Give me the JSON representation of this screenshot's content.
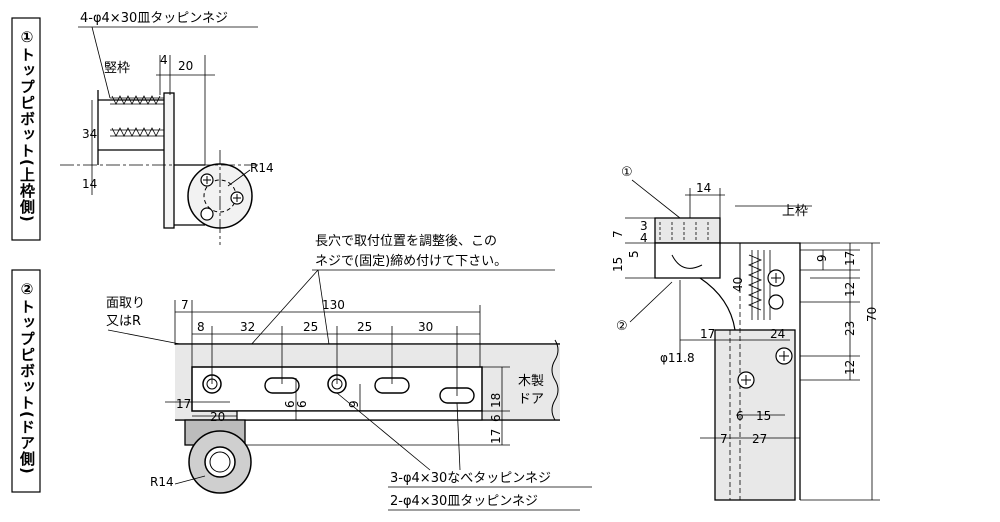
{
  "side_labels": {
    "top": "①トップピボット(上枠側)",
    "bottom": "②トップピボット(ドア側)"
  },
  "upper_view": {
    "screw_note": "4-φ4×30皿タッピンネジ",
    "frame_label": "竪枠",
    "dims": {
      "d4": "4",
      "d20": "20",
      "d34": "34",
      "d14": "14",
      "r14": "R14"
    }
  },
  "middle_view": {
    "note_line1": "長穴で取付位置を調整後、この",
    "note_line2": "ネジで(固定)締め付けて下さい。",
    "chamfer_line1": "面取り",
    "chamfer_line2": "又はR",
    "wood_door_line1": "木製",
    "wood_door_line2": "ドア",
    "dims": {
      "d130": "130",
      "d7": "7",
      "d8": "8",
      "d32": "32",
      "d25a": "25",
      "d25b": "25",
      "d30": "30",
      "d17": "17",
      "d20": "20",
      "d6a": "6",
      "d6b": "6",
      "d9": "9",
      "d6c": "6",
      "d18": "18",
      "d17b": "17",
      "r14": "R14"
    },
    "screw_note1": "3-φ4×30なべタッピンネジ",
    "screw_note2": "2-φ4×30皿タッピンネジ"
  },
  "right_view": {
    "callout1": "①",
    "callout2": "②",
    "frame_label": "上枠",
    "dims": {
      "d14": "14",
      "d7": "7",
      "d3": "3",
      "d4": "4",
      "d15": "15",
      "d5": "5",
      "d9": "9",
      "d17": "17",
      "d40": "40",
      "d12a": "12",
      "d23": "23",
      "d12b": "12",
      "d70": "70",
      "d17b": "17",
      "d24": "24",
      "phi": "φ11.8",
      "d6": "6",
      "d15b": "15",
      "d7b": "7",
      "d27": "27"
    }
  }
}
